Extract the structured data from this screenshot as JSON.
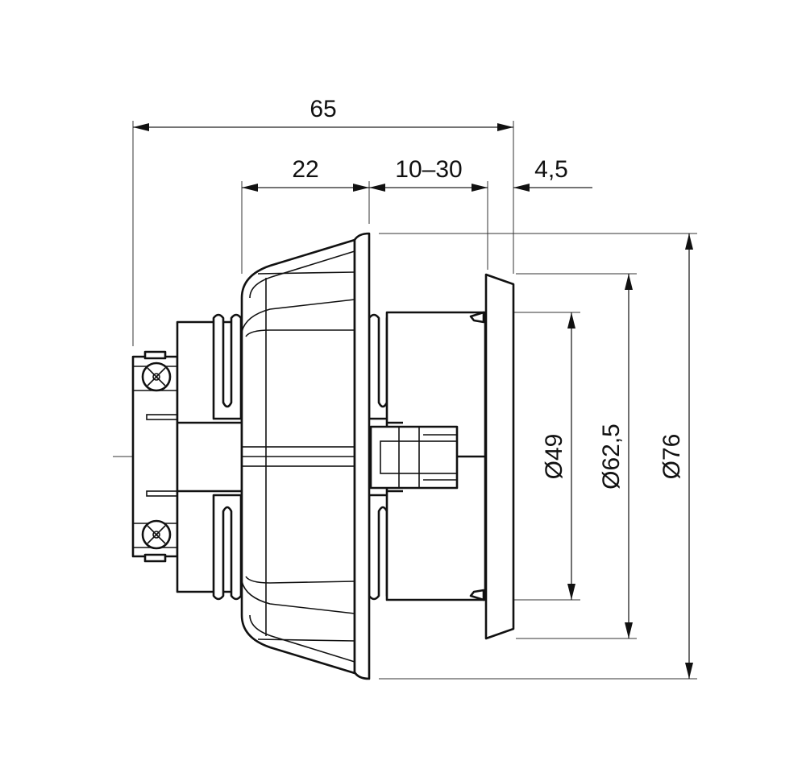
{
  "drawing": {
    "dimensions": {
      "overall_depth": "65",
      "rear_depth": "22",
      "wall_thickness_range": "10–30",
      "front_plate_depth": "4,5",
      "diameter_inner": "Ø49",
      "diameter_plate": "Ø62,5",
      "diameter_flange": "Ø76"
    }
  }
}
